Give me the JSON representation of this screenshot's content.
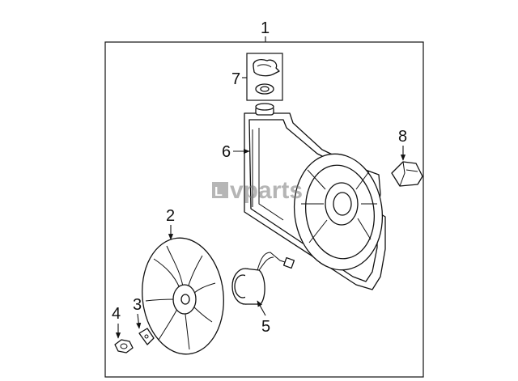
{
  "watermark": {
    "text": "vparts",
    "logo_letter": "L"
  },
  "callouts": {
    "c1": "1",
    "c2": "2",
    "c3": "3",
    "c4": "4",
    "c5": "5",
    "c6": "6",
    "c7": "7",
    "c8": "8"
  }
}
